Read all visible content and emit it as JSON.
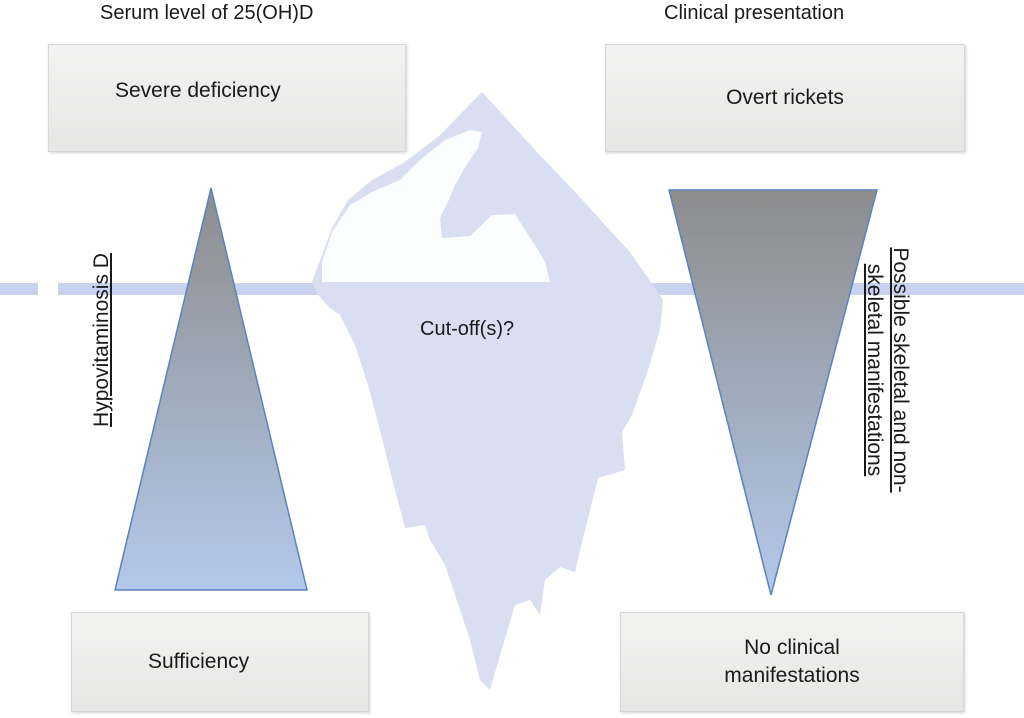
{
  "headings": {
    "left": "Serum level of 25(OH)D",
    "right": "Clinical presentation"
  },
  "boxes": {
    "severe_deficiency": "Severe deficiency",
    "overt_rickets": "Overt rickets",
    "sufficiency": "Sufficiency",
    "no_clinical_manifestations": "No clinical manifestations"
  },
  "side_labels": {
    "left": "Hypovitaminosis D",
    "right_line1": "Possible skeletal and non-",
    "right_line2": "skeletal manifestations"
  },
  "iceberg_label": "Cut-off(s)?",
  "colors": {
    "iceberg": "#d9def1",
    "waterline": "#c9d2ee",
    "triangle_dark": "#8c8c8c",
    "triangle_light": "#b3c9eb",
    "triangle_stroke": "#5b82bf"
  }
}
